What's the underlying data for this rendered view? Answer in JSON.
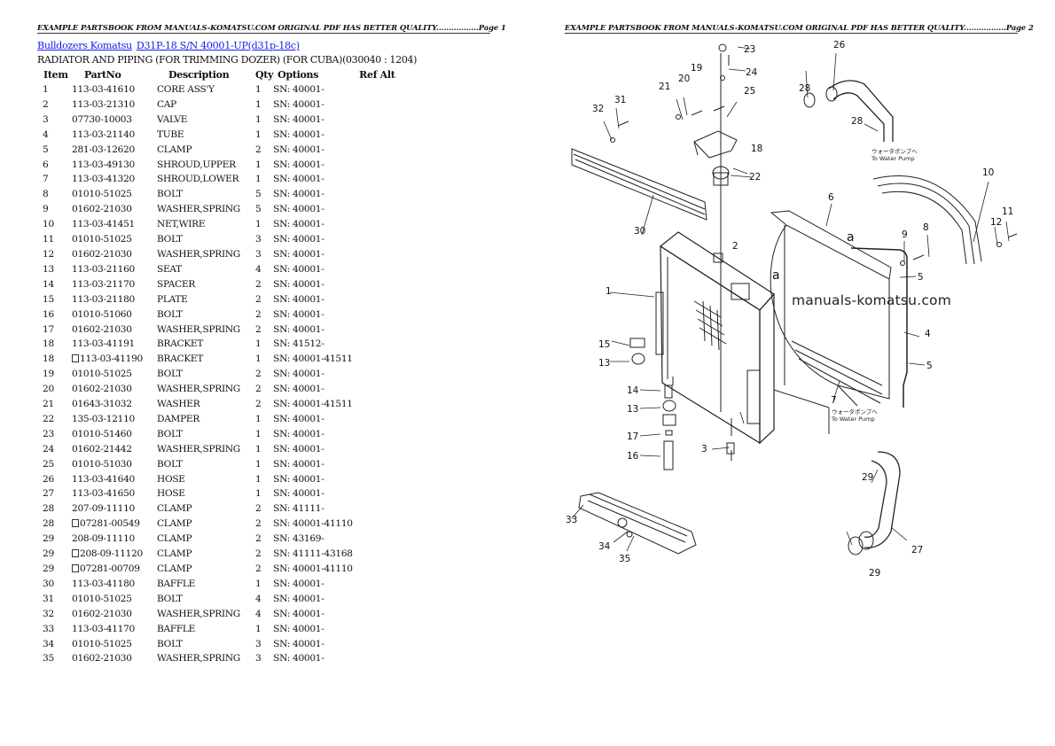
{
  "pages": {
    "left": {
      "header": "EXAMPLE PARTSBOOK FROM MANUALS-KOMATSU.COM ORIGINAL PDF HAS BETTER QUALITY.................Page 1",
      "breadcrumb": {
        "category": "Bulldozers Komatsu",
        "model": "D31P-18 S/N 40001-UP(d31p-18c)"
      },
      "section_title": "RADIATOR AND PIPING (FOR TRIMMING DOZER) (FOR CUBA)(030040 : 1204)",
      "table": {
        "headers": [
          "Item",
          "PartNo",
          "Description",
          "Qty",
          "Options",
          "Ref Alt"
        ],
        "rows": [
          {
            "item": "1",
            "part": "113-03-41610",
            "alt": false,
            "desc": "CORE ASS'Y",
            "qty": "1",
            "opt": "SN: 40001-"
          },
          {
            "item": "2",
            "part": "113-03-21310",
            "alt": false,
            "desc": "CAP",
            "qty": "1",
            "opt": "SN: 40001-"
          },
          {
            "item": "3",
            "part": "07730-10003",
            "alt": false,
            "desc": "VALVE",
            "qty": "1",
            "opt": "SN: 40001-"
          },
          {
            "item": "4",
            "part": "113-03-21140",
            "alt": false,
            "desc": "TUBE",
            "qty": "1",
            "opt": "SN: 40001-"
          },
          {
            "item": "5",
            "part": "281-03-12620",
            "alt": false,
            "desc": "CLAMP",
            "qty": "2",
            "opt": "SN: 40001-"
          },
          {
            "item": "6",
            "part": "113-03-49130",
            "alt": false,
            "desc": "SHROUD,UPPER",
            "qty": "1",
            "opt": "SN: 40001-"
          },
          {
            "item": "7",
            "part": "113-03-41320",
            "alt": false,
            "desc": "SHROUD,LOWER",
            "qty": "1",
            "opt": "SN: 40001-"
          },
          {
            "item": "8",
            "part": "01010-51025",
            "alt": false,
            "desc": "BOLT",
            "qty": "5",
            "opt": "SN: 40001-"
          },
          {
            "item": "9",
            "part": "01602-21030",
            "alt": false,
            "desc": "WASHER,SPRING",
            "qty": "5",
            "opt": "SN: 40001-"
          },
          {
            "item": "10",
            "part": "113-03-41451",
            "alt": false,
            "desc": "NET,WIRE",
            "qty": "1",
            "opt": "SN: 40001-"
          },
          {
            "item": "11",
            "part": "01010-51025",
            "alt": false,
            "desc": "BOLT",
            "qty": "3",
            "opt": "SN: 40001-"
          },
          {
            "item": "12",
            "part": "01602-21030",
            "alt": false,
            "desc": "WASHER,SPRING",
            "qty": "3",
            "opt": "SN: 40001-"
          },
          {
            "item": "13",
            "part": "113-03-21160",
            "alt": false,
            "desc": "SEAT",
            "qty": "4",
            "opt": "SN: 40001-"
          },
          {
            "item": "14",
            "part": "113-03-21170",
            "alt": false,
            "desc": "SPACER",
            "qty": "2",
            "opt": "SN: 40001-"
          },
          {
            "item": "15",
            "part": "113-03-21180",
            "alt": false,
            "desc": "PLATE",
            "qty": "2",
            "opt": "SN: 40001-"
          },
          {
            "item": "16",
            "part": "01010-51060",
            "alt": false,
            "desc": "BOLT",
            "qty": "2",
            "opt": "SN: 40001-"
          },
          {
            "item": "17",
            "part": "01602-21030",
            "alt": false,
            "desc": "WASHER,SPRING",
            "qty": "2",
            "opt": "SN: 40001-"
          },
          {
            "item": "18",
            "part": "113-03-41191",
            "alt": false,
            "desc": "BRACKET",
            "qty": "1",
            "opt": "SN: 41512-"
          },
          {
            "item": "18",
            "part": "113-03-41190",
            "alt": true,
            "desc": "BRACKET",
            "qty": "1",
            "opt": "SN: 40001-41511"
          },
          {
            "item": "19",
            "part": "01010-51025",
            "alt": false,
            "desc": "BOLT",
            "qty": "2",
            "opt": "SN: 40001-"
          },
          {
            "item": "20",
            "part": "01602-21030",
            "alt": false,
            "desc": "WASHER,SPRING",
            "qty": "2",
            "opt": "SN: 40001-"
          },
          {
            "item": "21",
            "part": "01643-31032",
            "alt": false,
            "desc": "WASHER",
            "qty": "2",
            "opt": "SN: 40001-41511"
          },
          {
            "item": "22",
            "part": "135-03-12110",
            "alt": false,
            "desc": "DAMPER",
            "qty": "1",
            "opt": "SN: 40001-"
          },
          {
            "item": "23",
            "part": "01010-51460",
            "alt": false,
            "desc": "BOLT",
            "qty": "1",
            "opt": "SN: 40001-"
          },
          {
            "item": "24",
            "part": "01602-21442",
            "alt": false,
            "desc": "WASHER,SPRING",
            "qty": "1",
            "opt": "SN: 40001-"
          },
          {
            "item": "25",
            "part": "01010-51030",
            "alt": false,
            "desc": "BOLT",
            "qty": "1",
            "opt": "SN: 40001-"
          },
          {
            "item": "26",
            "part": "113-03-41640",
            "alt": false,
            "desc": "HOSE",
            "qty": "1",
            "opt": "SN: 40001-"
          },
          {
            "item": "27",
            "part": "113-03-41650",
            "alt": false,
            "desc": "HOSE",
            "qty": "1",
            "opt": "SN: 40001-"
          },
          {
            "item": "28",
            "part": "207-09-11110",
            "alt": false,
            "desc": "CLAMP",
            "qty": "2",
            "opt": "SN: 41111-"
          },
          {
            "item": "28",
            "part": "07281-00549",
            "alt": true,
            "desc": "CLAMP",
            "qty": "2",
            "opt": "SN: 40001-41110"
          },
          {
            "item": "29",
            "part": "208-09-11110",
            "alt": false,
            "desc": "CLAMP",
            "qty": "2",
            "opt": "SN: 43169-"
          },
          {
            "item": "29",
            "part": "208-09-11120",
            "alt": true,
            "desc": "CLAMP",
            "qty": "2",
            "opt": "SN: 41111-43168"
          },
          {
            "item": "29",
            "part": "07281-00709",
            "alt": true,
            "desc": "CLAMP",
            "qty": "2",
            "opt": "SN: 40001-41110"
          },
          {
            "item": "30",
            "part": "113-03-41180",
            "alt": false,
            "desc": "BAFFLE",
            "qty": "1",
            "opt": "SN: 40001-"
          },
          {
            "item": "31",
            "part": "01010-51025",
            "alt": false,
            "desc": "BOLT",
            "qty": "4",
            "opt": "SN: 40001-"
          },
          {
            "item": "32",
            "part": "01602-21030",
            "alt": false,
            "desc": "WASHER,SPRING",
            "qty": "4",
            "opt": "SN: 40001-"
          },
          {
            "item": "33",
            "part": "113-03-41170",
            "alt": false,
            "desc": "BAFFLE",
            "qty": "1",
            "opt": "SN: 40001-"
          },
          {
            "item": "34",
            "part": "01010-51025",
            "alt": false,
            "desc": "BOLT",
            "qty": "3",
            "opt": "SN: 40001-"
          },
          {
            "item": "35",
            "part": "01602-21030",
            "alt": false,
            "desc": "WASHER,SPRING",
            "qty": "3",
            "opt": "SN: 40001-"
          }
        ]
      }
    },
    "right": {
      "header": "EXAMPLE PARTSBOOK FROM MANUALS-KOMATSU.COM ORIGINAL PDF HAS BETTER QUALITY.................Page 2",
      "watermark": "manuals-komatsu.com",
      "diagram": {
        "notes": {
          "to_water_pump_jp": "ウォータポンプへ",
          "to_water_pump_en": "To Water Pump",
          "view_mark": "a"
        },
        "callouts": [
          "1",
          "2",
          "3",
          "4",
          "5",
          "5",
          "6",
          "7",
          "8",
          "9",
          "10",
          "11",
          "12",
          "13",
          "13",
          "14",
          "15",
          "16",
          "17",
          "18",
          "19",
          "20",
          "21",
          "22",
          "23",
          "24",
          "25",
          "26",
          "27",
          "28",
          "28",
          "29",
          "30",
          "31",
          "32",
          "33",
          "34",
          "35"
        ]
      }
    }
  },
  "colors": {
    "link": "#1a1aee",
    "text": "#111111",
    "rule": "#333333"
  }
}
